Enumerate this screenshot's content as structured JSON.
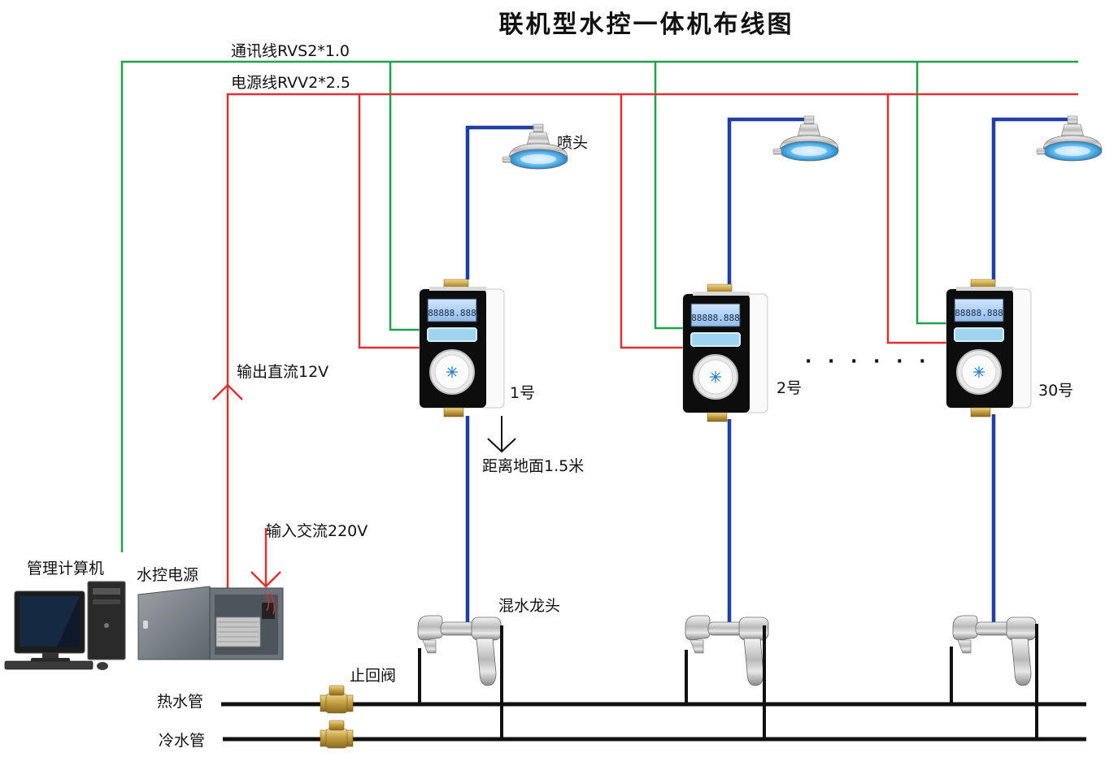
{
  "title": "联机型水控一体机布线图",
  "wires": {
    "comm_label": "通讯线RVS2*1.0",
    "power_label": "电源线RVV2*2.5"
  },
  "labels": {
    "shower_head": "喷头",
    "output_dc": "输出直流12V",
    "input_ac": "输入交流220V",
    "height": "距离地面1.5米",
    "computer": "管理计算机",
    "power_supply": "水控电源",
    "mixer_tap": "混水龙头",
    "check_valve": "止回阀",
    "hot_pipe": "热水管",
    "cold_pipe": "冷水管",
    "ellipsis": "· · · · · ·"
  },
  "units": [
    {
      "label": "1号"
    },
    {
      "label": "2号"
    },
    {
      "label": "30号"
    }
  ],
  "device_screen": {
    "reading": "88888.888"
  },
  "colors": {
    "comm_wire": "#1fa34a",
    "power_wire": "#e03131",
    "water_pipe": "#1f3fa6",
    "main_pipe": "#111111"
  },
  "icons": [
    "desktop-computer-icon",
    "power-supply-box-icon",
    "shower-head-icon",
    "water-control-unit-icon",
    "mixer-tap-icon",
    "check-valve-icon"
  ]
}
